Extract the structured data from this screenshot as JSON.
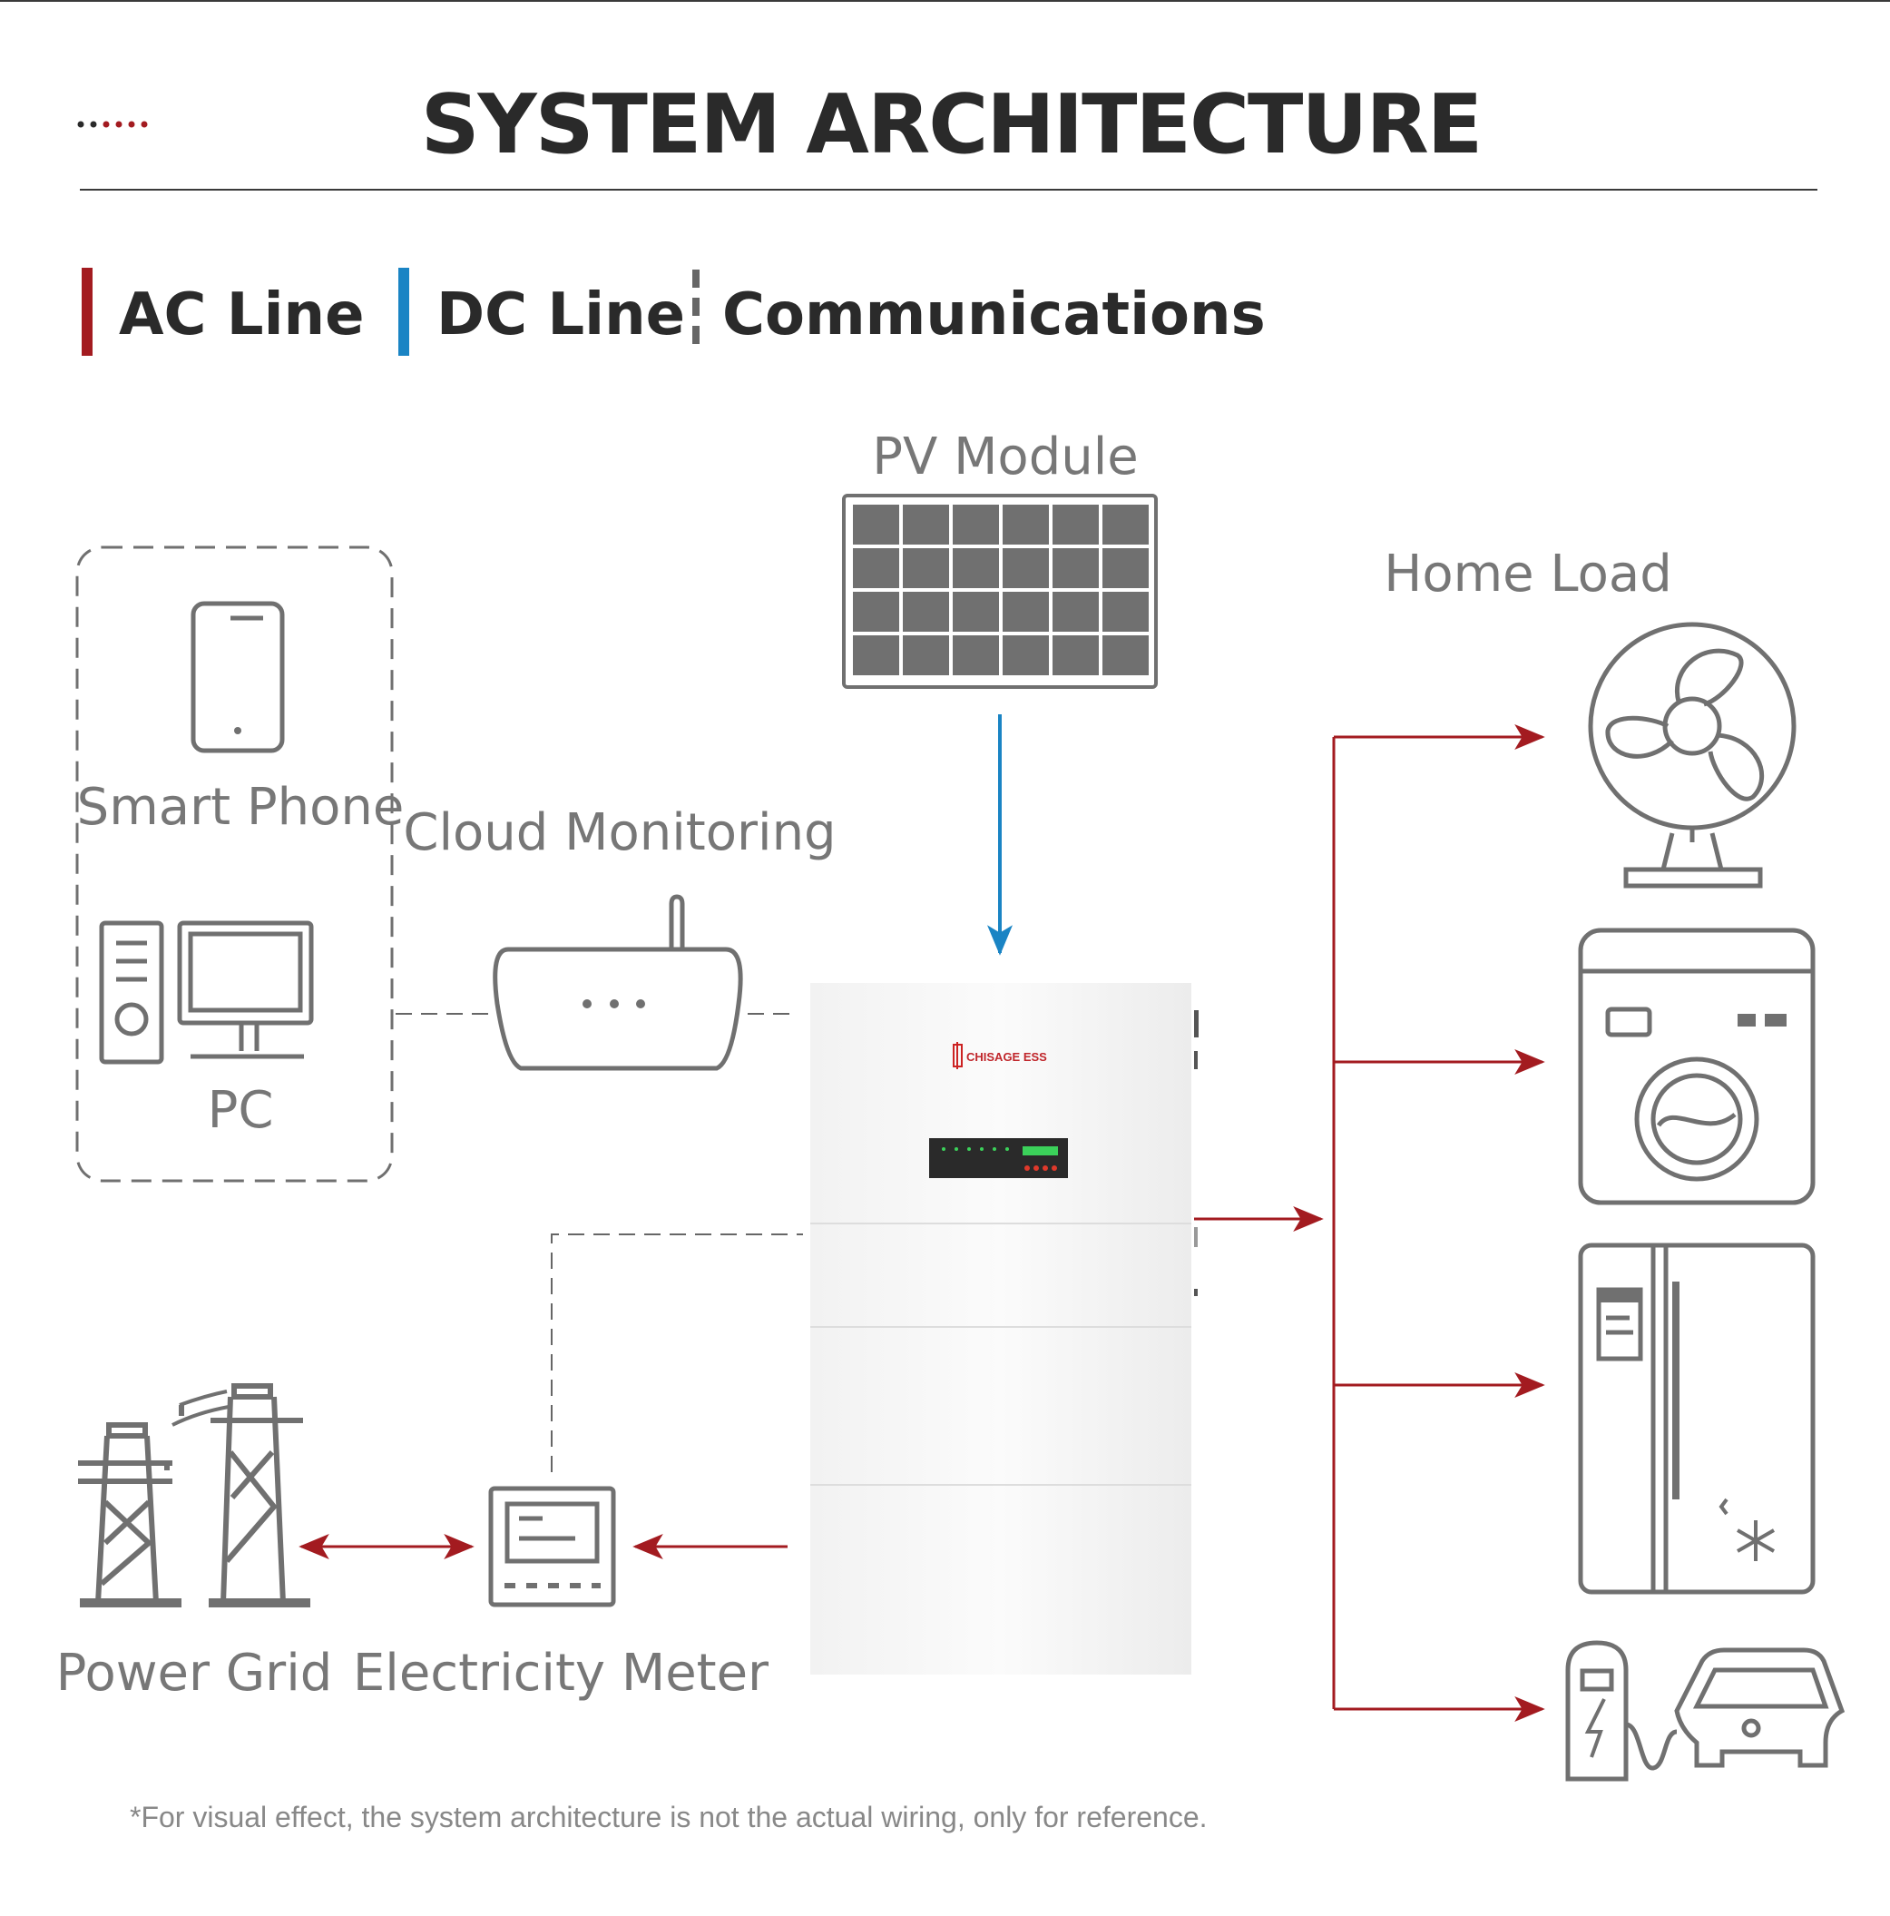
{
  "header": {
    "title": "SYSTEM ARCHITECTURE"
  },
  "legend": [
    {
      "label": "AC Line"
    },
    {
      "label": "DC Line"
    },
    {
      "label": "Communications"
    }
  ],
  "components": {
    "pv_module": "PV Module",
    "home_load": "Home Load",
    "smart_phone": "Smart Phone",
    "pc": "PC",
    "cloud_monitoring": "Cloud Monitoring",
    "power_grid": "Power Grid",
    "electricity_meter": "Electricity Meter",
    "brand": "CHISAGE ESS"
  },
  "footnote": "*For visual effect, the system architecture is not the actual wiring, only for reference.",
  "colors": {
    "ac_line": "#a31b20",
    "dc_line": "#1a84c4",
    "comm_line": "#666666",
    "icon_stroke": "#707070",
    "text_dark": "#2a2a2a",
    "text_label": "#777777"
  },
  "icons": [
    "phone-icon",
    "pc-icon",
    "router-icon",
    "solar-panel-icon",
    "battery-inverter-icon",
    "fan-icon",
    "washing-machine-icon",
    "refrigerator-icon",
    "ev-charger-icon",
    "power-tower-icon",
    "meter-icon"
  ]
}
